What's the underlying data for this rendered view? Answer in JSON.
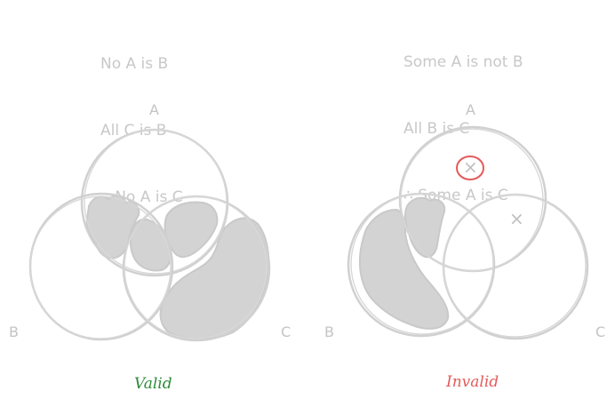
{
  "left": {
    "premises": [
      "No A is B",
      "All C is B",
      "∴ No A is C"
    ],
    "labels": {
      "a": "A",
      "b": "B",
      "c": "C"
    },
    "verdict": "Valid",
    "verdict_color": "#2e8b3a"
  },
  "right": {
    "premises": [
      "Some A is not B",
      "All B is C",
      "∴ Some A is C"
    ],
    "labels": {
      "a": "A",
      "b": "B",
      "c": "C"
    },
    "verdict": "Invalid",
    "verdict_color": "#e55a5a",
    "marks": {
      "x_in_a": "×",
      "x_in_b_c": "×"
    }
  },
  "colors": {
    "text_gray": "#c8c8c8",
    "circle_stroke": "#d0d0d0",
    "shade_fill": "#d3d3d3",
    "highlight_circle": "#e55a5a"
  }
}
